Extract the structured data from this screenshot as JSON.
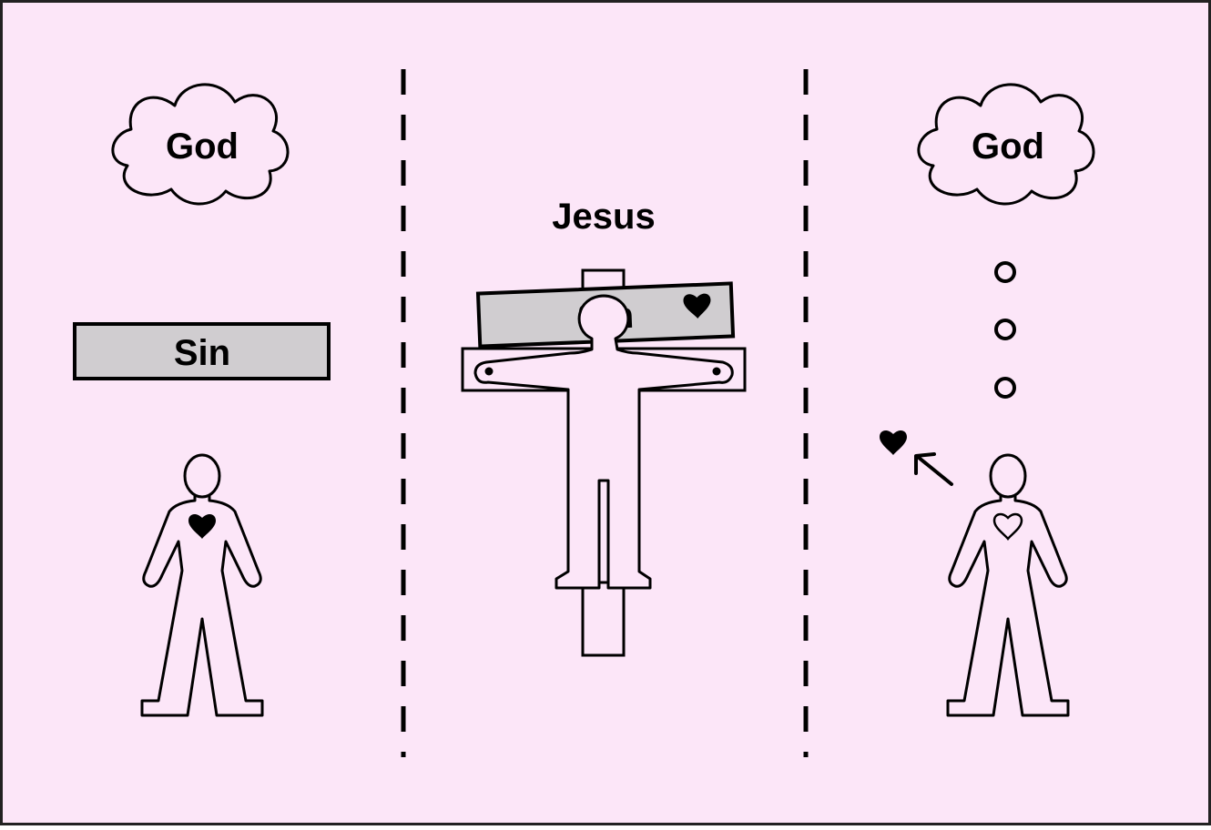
{
  "colors": {
    "background": "#fce6f8",
    "sin_box": "#d0cdd0",
    "stroke": "#000000"
  },
  "left_panel": {
    "cloud_label": "God",
    "sin_label": "Sin",
    "person_heart": "filled"
  },
  "middle_panel": {
    "title": "Jesus",
    "sin_label": "Sin",
    "sin_heart": "filled"
  },
  "right_panel": {
    "cloud_label": "God",
    "person_heart": "outline",
    "floating_heart": "filled",
    "dots_count": "3"
  },
  "icons": [
    "cloud-icon",
    "person-icon",
    "heart-icon",
    "cross-icon",
    "arrow-icon"
  ]
}
